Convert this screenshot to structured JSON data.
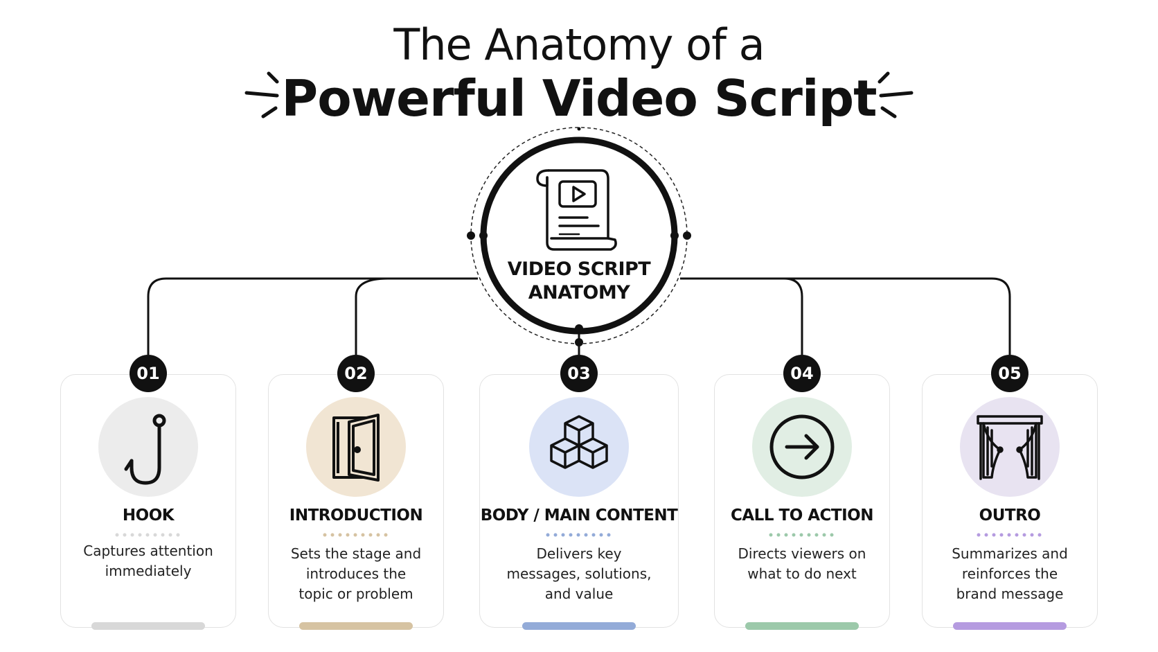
{
  "title": {
    "line1": "The Anatomy of a",
    "line2": "Powerful Video Script"
  },
  "hub": {
    "line1": "VIDEO SCRIPT",
    "line2": "ANATOMY",
    "icon": "video-script-scroll-icon"
  },
  "steps": [
    {
      "number": "01",
      "title": "HOOK",
      "description": "Captures attention immediately",
      "icon": "hook-icon",
      "circle_color": "#ececec",
      "accent_color": "#d8d8d8"
    },
    {
      "number": "02",
      "title": "INTRODUCTION",
      "description": "Sets the stage and introduces the topic or problem",
      "icon": "door-icon",
      "circle_color": "#f1e5d3",
      "accent_color": "#d6c3a2"
    },
    {
      "number": "03",
      "title": "BODY / MAIN CONTENT",
      "description": "Delivers key messages, solutions, and value",
      "icon": "cubes-icon",
      "circle_color": "#dbe3f6",
      "accent_color": "#93abd8"
    },
    {
      "number": "04",
      "title": "CALL TO ACTION",
      "description": "Directs viewers on what to do next",
      "icon": "arrow-circle-icon",
      "circle_color": "#e1eee4",
      "accent_color": "#9cc9aa"
    },
    {
      "number": "05",
      "title": "OUTRO",
      "description": "Summarizes and reinforces the brand message",
      "icon": "curtain-icon",
      "circle_color": "#e8e3f1",
      "accent_color": "#b59be0"
    }
  ]
}
